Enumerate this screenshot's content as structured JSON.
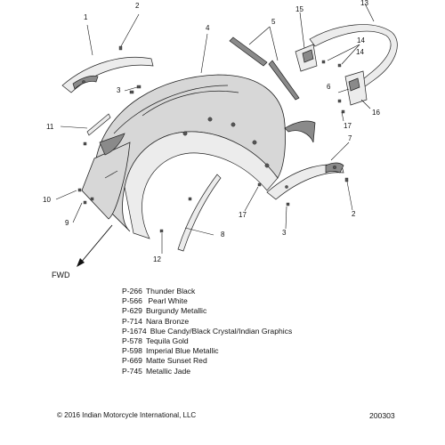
{
  "diagram": {
    "callouts": [
      "1",
      "2",
      "3",
      "4",
      "5",
      "6",
      "7",
      "8",
      "9",
      "10",
      "11",
      "12",
      "13",
      "14",
      "15",
      "16",
      "17",
      "3",
      "2",
      "17",
      "14"
    ],
    "forward_label": "FWD"
  },
  "paint_codes": [
    {
      "code": "P-266",
      "name": "Thunder Black"
    },
    {
      "code": "P-566",
      "name": " Pearl White"
    },
    {
      "code": "P-629",
      "name": "Burgundy Metallic"
    },
    {
      "code": "P-714",
      "name": "Nara Bronze"
    },
    {
      "code": "P-1674",
      "name": "Blue Candy/Black Crystal/Indian Graphics"
    },
    {
      "code": "P-578",
      "name": "Tequila Gold"
    },
    {
      "code": "P-598",
      "name": "Imperial Blue Metallic"
    },
    {
      "code": "P-669",
      "name": "Matte Sunset Red"
    },
    {
      "code": "P-745",
      "name": "Metallic Jade"
    }
  ],
  "footer": {
    "copyright": "© 2016 Indian Motorcycle International, LLC",
    "reference_number": "200303"
  }
}
